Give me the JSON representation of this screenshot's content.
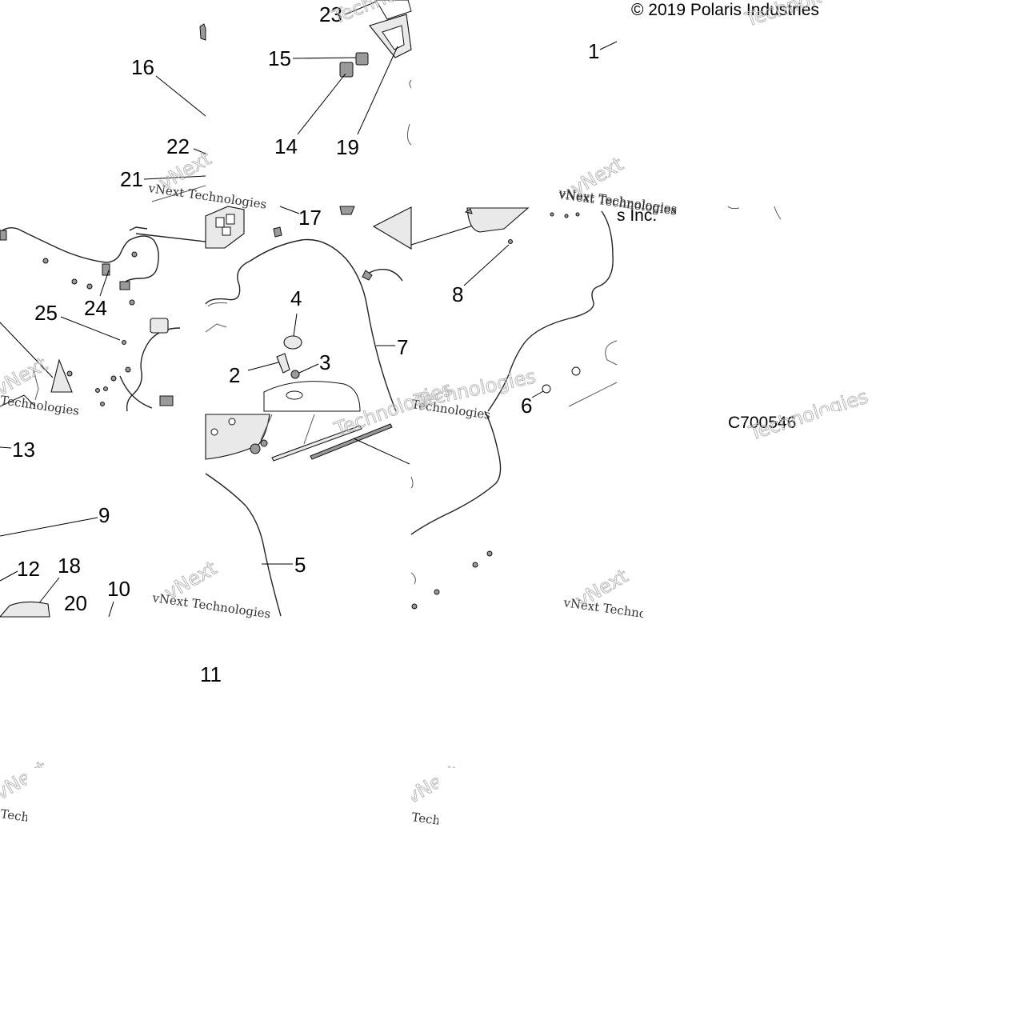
{
  "diagram": {
    "copyright": "© 2019 Polaris Industries Inc.",
    "copyright_fragment": "s Inc.",
    "figure_code": "C700546",
    "watermark_brand": "vNext",
    "watermark_word": "Technologies",
    "watermark_line": "vNext Technologies",
    "callouts": {
      "c1": "1",
      "c2": "2",
      "c3": "3",
      "c4": "4",
      "c5": "5",
      "c6": "6",
      "c7": "7",
      "c8": "8",
      "c9": "9",
      "c10": "10",
      "c11": "11",
      "c12": "12",
      "c13": "13",
      "c14": "14",
      "c15": "15",
      "c16": "16",
      "c17": "17",
      "c18": "18",
      "c19": "19",
      "c20": "20",
      "c21": "21",
      "c22": "22",
      "c23": "23",
      "c24": "24",
      "c25": "25"
    }
  }
}
